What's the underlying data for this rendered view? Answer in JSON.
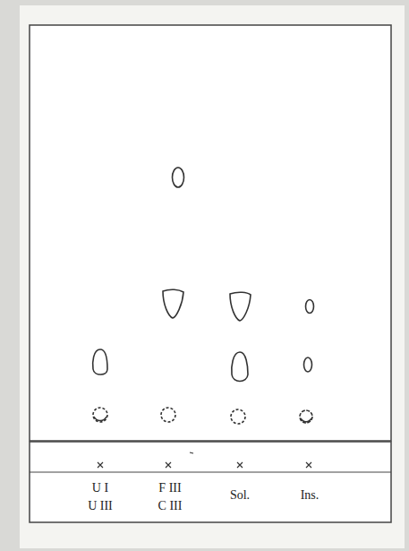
{
  "diagram": {
    "labels": [
      "U I",
      "U III",
      "F III",
      "C III",
      "Sol.",
      "Ins."
    ]
  }
}
